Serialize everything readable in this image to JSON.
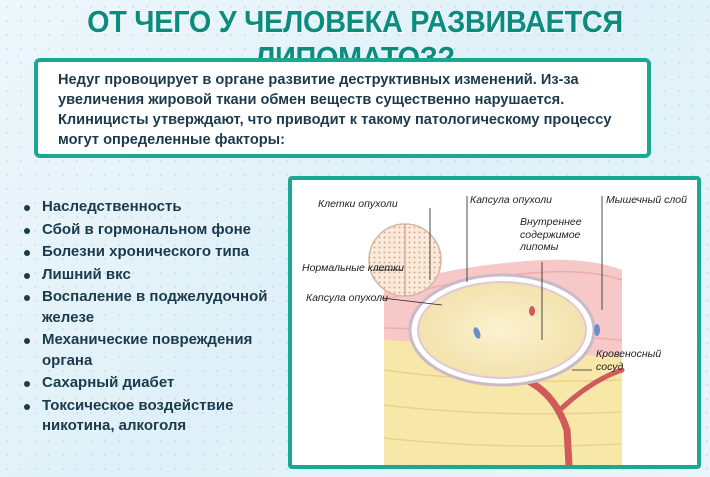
{
  "title": "ОТ ЧЕГО У ЧЕЛОВЕКА РАЗВИВАЕТСЯ ЛИПОМАТОЗ?",
  "intro": "Недуг провоцирует в органе развитие деструктивных изменений. Из-за увеличения жировой ткани обмен веществ существенно нарушается. Клиницисты утверждают, что приводит к такому патологическому процессу могут определенные факторы:",
  "factors": [
    "Наследственность",
    "Сбой в гормональном фоне",
    "Болезни хронического типа",
    "Лишний вкс",
    "Воспаление в поджелудочной железе",
    "Механические повреждения органа",
    "Сахарный диабет",
    "Токсическое воздействие никотина, алкоголя"
  ],
  "diagram": {
    "labels": {
      "tumor_cells": "Клетки опухоли",
      "capsule_top": "Капсула опухоли",
      "muscle_layer": "Мышечный слой",
      "inner_content": "Внутреннее содержимое липомы",
      "normal_cells": "Нормальные клетки",
      "capsule_left": "Капсула опухоли",
      "blood_vessel": "Кровеносный сосуд"
    }
  },
  "colors": {
    "title": "#0c8c7e",
    "frame": "#1aa893",
    "text": "#1b3a4b"
  }
}
